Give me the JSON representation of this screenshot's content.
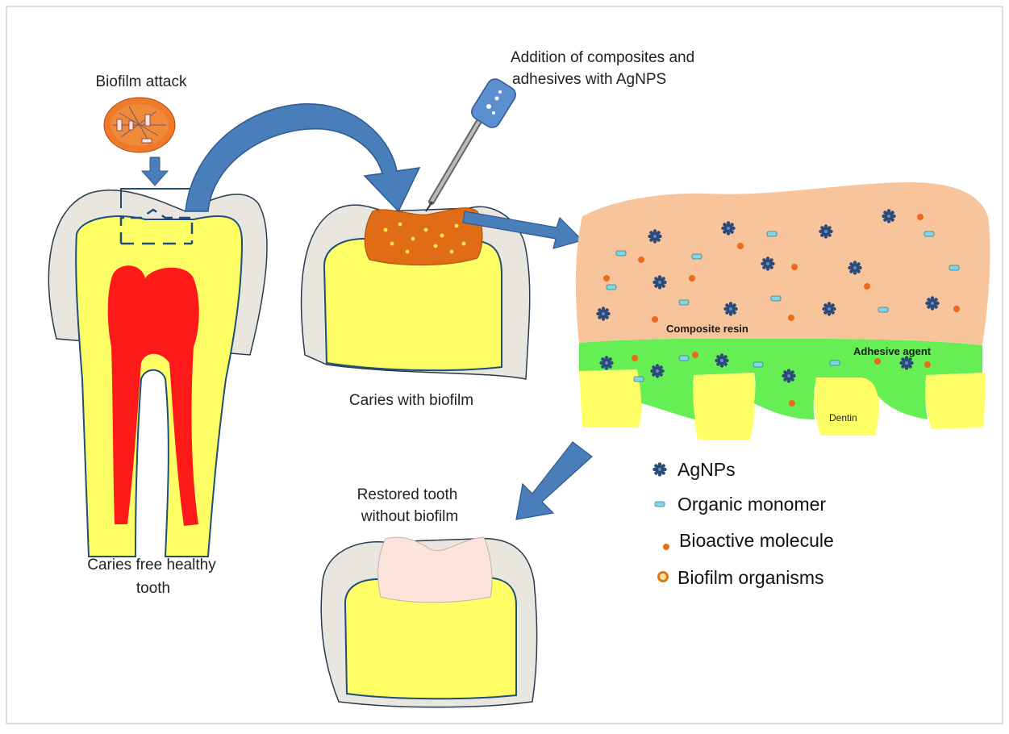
{
  "labels": {
    "biofilm_attack": "Biofilm attack",
    "addition_line1": "Addition of composites and",
    "addition_line2": "adhesives with AgNPS",
    "caries_biofilm": "Caries with biofilm",
    "healthy_line1": "Caries free healthy",
    "healthy_line2": "tooth",
    "restored_line1": "Restored tooth",
    "restored_line2": "without biofilm",
    "composite_resin": "Composite resin",
    "adhesive_agent": "Adhesive agent",
    "dentin": "Dentin"
  },
  "legend": [
    {
      "name": "agnps",
      "label": "AgNPs"
    },
    {
      "name": "organic-monomer",
      "label": "Organic monomer"
    },
    {
      "name": "bioactive-molecule",
      "label": "Bioactive molecule"
    },
    {
      "name": "biofilm-organisms",
      "label": "Biofilm organisms"
    }
  ],
  "colors": {
    "enamel": "#e8e6de",
    "dentin_yellow": "#ffff66",
    "pulp_red": "#ff1a1a",
    "outline_blue": "#1f4e79",
    "arrow_blue": "#4a7ebb",
    "caries_orange": "#e06c16",
    "composite_peach": "#f8c49c",
    "adhesive_green": "#66ee55",
    "agnp_blue": "#2a4a7a",
    "monomer_teal": "#7fd6e6",
    "bioactive_orange": "#ee6a1a",
    "restoration_pink": "#fbe4dc"
  }
}
